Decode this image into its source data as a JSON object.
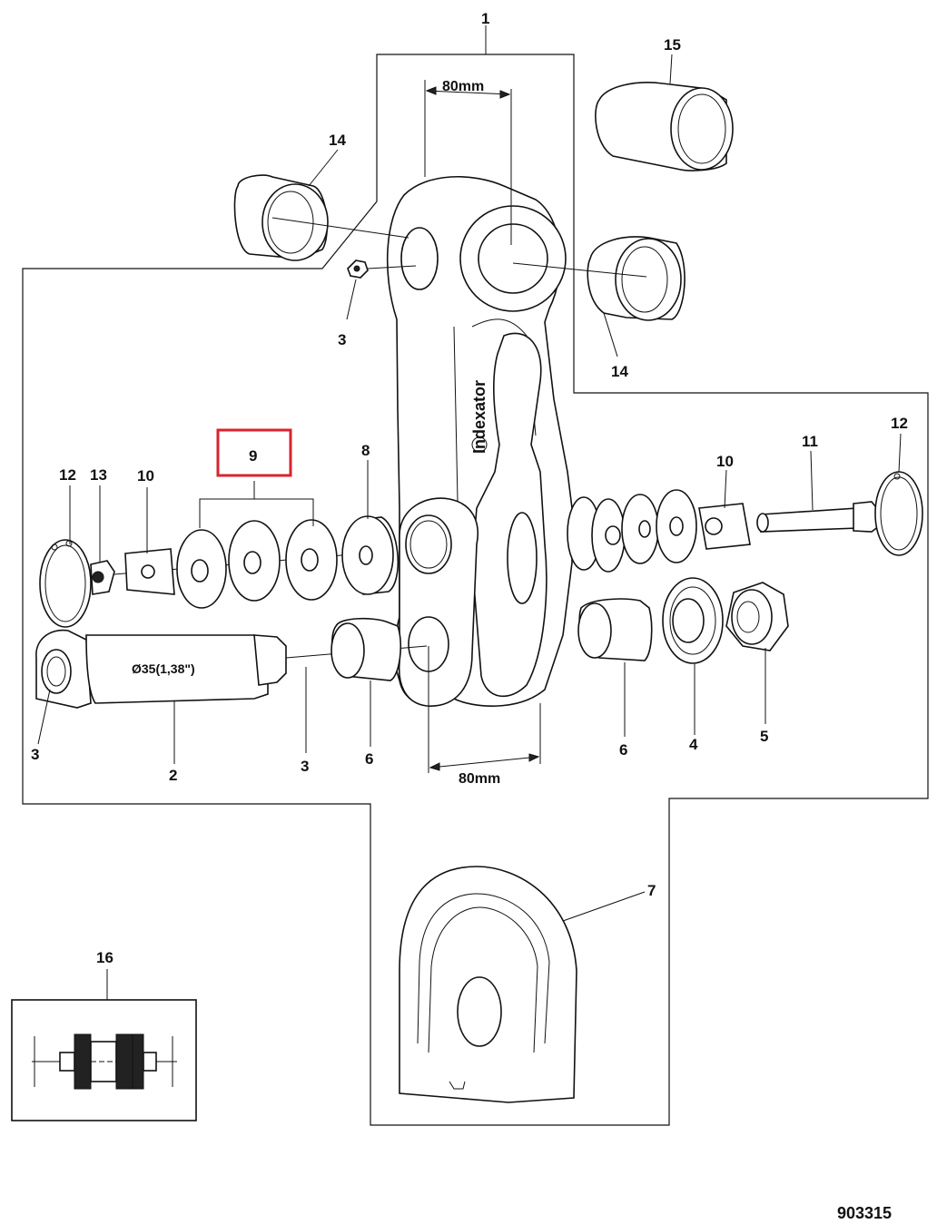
{
  "diagram": {
    "drawing_number": "903315",
    "brand_text": "Indexator",
    "dimension_top": "80mm",
    "dimension_bottom": "80mm",
    "shaft_diameter": "Ø35(1,38\")",
    "highlighted_callout": "9",
    "callouts": {
      "c1": "1",
      "c2": "2",
      "c3a": "3",
      "c3b": "3",
      "c3c": "3",
      "c4": "4",
      "c5": "5",
      "c6a": "6",
      "c6b": "6",
      "c7": "7",
      "c8": "8",
      "c9": "9",
      "c10a": "10",
      "c10b": "10",
      "c11": "11",
      "c12a": "12",
      "c12b": "12",
      "c13": "13",
      "c14a": "14",
      "c14b": "14",
      "c15": "15",
      "c16": "16"
    },
    "highlight_color": "#d9232e"
  }
}
